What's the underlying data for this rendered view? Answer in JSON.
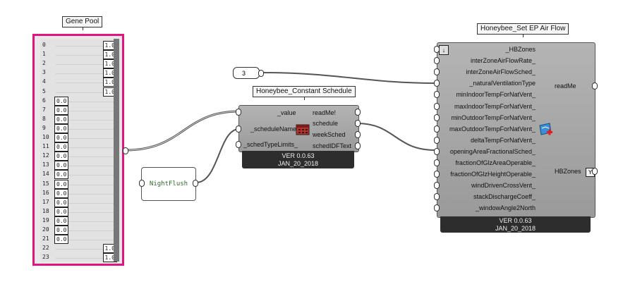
{
  "gene_pool": {
    "title": "Gene Pool",
    "rows": [
      {
        "index": "0",
        "value": "1.0",
        "align": "right"
      },
      {
        "index": "1",
        "value": "1.0",
        "align": "right"
      },
      {
        "index": "2",
        "value": "1.0",
        "align": "right"
      },
      {
        "index": "3",
        "value": "1.0",
        "align": "right"
      },
      {
        "index": "4",
        "value": "1.0",
        "align": "right"
      },
      {
        "index": "5",
        "value": "1.0",
        "align": "right"
      },
      {
        "index": "6",
        "value": "0.0",
        "align": "left"
      },
      {
        "index": "7",
        "value": "0.0",
        "align": "left"
      },
      {
        "index": "8",
        "value": "0.0",
        "align": "left"
      },
      {
        "index": "9",
        "value": "0.0",
        "align": "left"
      },
      {
        "index": "10",
        "value": "0.0",
        "align": "left"
      },
      {
        "index": "11",
        "value": "0.0",
        "align": "left"
      },
      {
        "index": "12",
        "value": "0.0",
        "align": "left"
      },
      {
        "index": "13",
        "value": "0.0",
        "align": "left"
      },
      {
        "index": "14",
        "value": "0.0",
        "align": "left"
      },
      {
        "index": "15",
        "value": "0.0",
        "align": "left"
      },
      {
        "index": "16",
        "value": "0.0",
        "align": "left"
      },
      {
        "index": "17",
        "value": "0.0",
        "align": "left"
      },
      {
        "index": "18",
        "value": "0.0",
        "align": "left"
      },
      {
        "index": "19",
        "value": "0.0",
        "align": "left"
      },
      {
        "index": "20",
        "value": "0.0",
        "align": "left"
      },
      {
        "index": "21",
        "value": "0.0",
        "align": "left"
      },
      {
        "index": "22",
        "value": "1.0",
        "align": "right"
      },
      {
        "index": "23",
        "value": "1.0",
        "align": "right"
      }
    ]
  },
  "number_input": {
    "value": "3"
  },
  "panel": {
    "text": "NightFlush"
  },
  "constant_schedule": {
    "title": "Honeybee_Constant Schedule",
    "inputs": [
      "_value",
      "_scheduleName",
      "_schedTypeLimits_"
    ],
    "outputs": [
      "readMe!",
      "schedule",
      "weekSched",
      "schedIDFText"
    ],
    "version": "VER 0.0.63",
    "date": "JAN_20_2018",
    "icon": "calendar-icon"
  },
  "set_air_flow": {
    "title": "Honeybee_Set EP Air Flow",
    "inputs": [
      "_HBZones",
      "interZoneAirFlowRate_",
      "interZoneAirFlowSched_",
      "_naturalVentilationType",
      "minIndoorTempForNatVent_",
      "maxIndoorTempForNatVent_",
      "minOutdoorTempForNatVent_",
      "maxOutdoorTempForNatVent_",
      "deltaTempForNatVent_",
      "openingAreaFractionalSched_",
      "fractionOfGlzAreaOperable_",
      "fractionOfGlzHeightOperable_",
      "windDrivenCrossVent_",
      "stackDischargeCoeff_",
      "_windowAngle2North"
    ],
    "outputs": [
      "readMe",
      "HBZones"
    ],
    "version": "VER 0.0.63",
    "date": "JAN_20_2018",
    "icon": "air-flow-icon"
  },
  "colors": {
    "gene_pool_border": "#e0157f",
    "component_body": "#a8a8a8",
    "footer": "#2d2d2d",
    "panel_text": "#2b6a2b"
  }
}
